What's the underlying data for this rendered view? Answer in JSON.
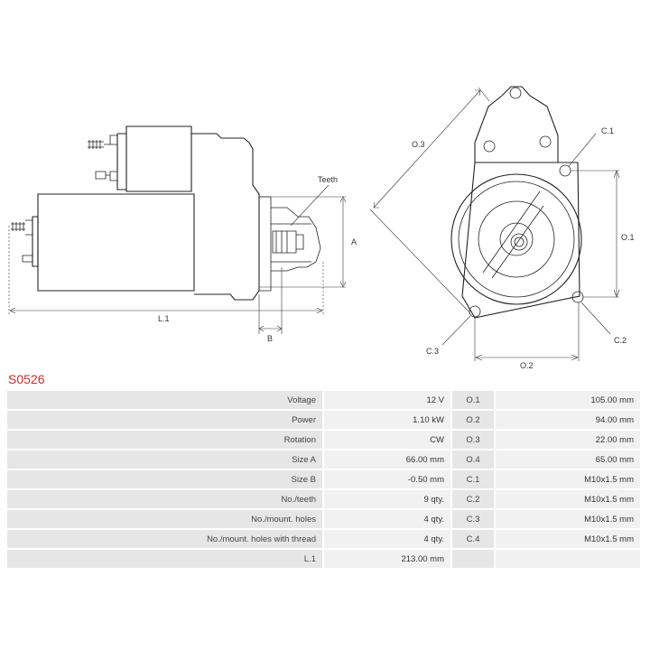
{
  "model_code": "S0526",
  "drawing_labels": {
    "teeth": "Teeth",
    "a": "A",
    "b": "B",
    "l1": "L.1",
    "o1": "O.1",
    "o2": "O.2",
    "o3": "O.3",
    "c1": "C.1",
    "c2": "C.2",
    "c3": "C.3"
  },
  "specs": [
    {
      "label": "Voltage",
      "value": "12 V",
      "code": "O.1",
      "code_value": "105.00 mm"
    },
    {
      "label": "Power",
      "value": "1.10 kW",
      "code": "O.2",
      "code_value": "94.00 mm"
    },
    {
      "label": "Rotation",
      "value": "CW",
      "code": "O.3",
      "code_value": "22.00 mm"
    },
    {
      "label": "Size A",
      "value": "66.00 mm",
      "code": "O.4",
      "code_value": "65.00 mm"
    },
    {
      "label": "Size B",
      "value": "-0.50 mm",
      "code": "C.1",
      "code_value": "M10x1.5 mm"
    },
    {
      "label": "No./teeth",
      "value": "9 qty.",
      "code": "C.2",
      "code_value": "M10x1.5 mm"
    },
    {
      "label": "No./mount. holes",
      "value": "4 qty.",
      "code": "C.3",
      "code_value": "M10x1.5 mm"
    },
    {
      "label": "No./mount. holes with thread",
      "value": "4 qty.",
      "code": "C.4",
      "code_value": "M10x1.5 mm"
    },
    {
      "label": "L.1",
      "value": "213.00 mm",
      "code": "",
      "code_value": ""
    }
  ]
}
